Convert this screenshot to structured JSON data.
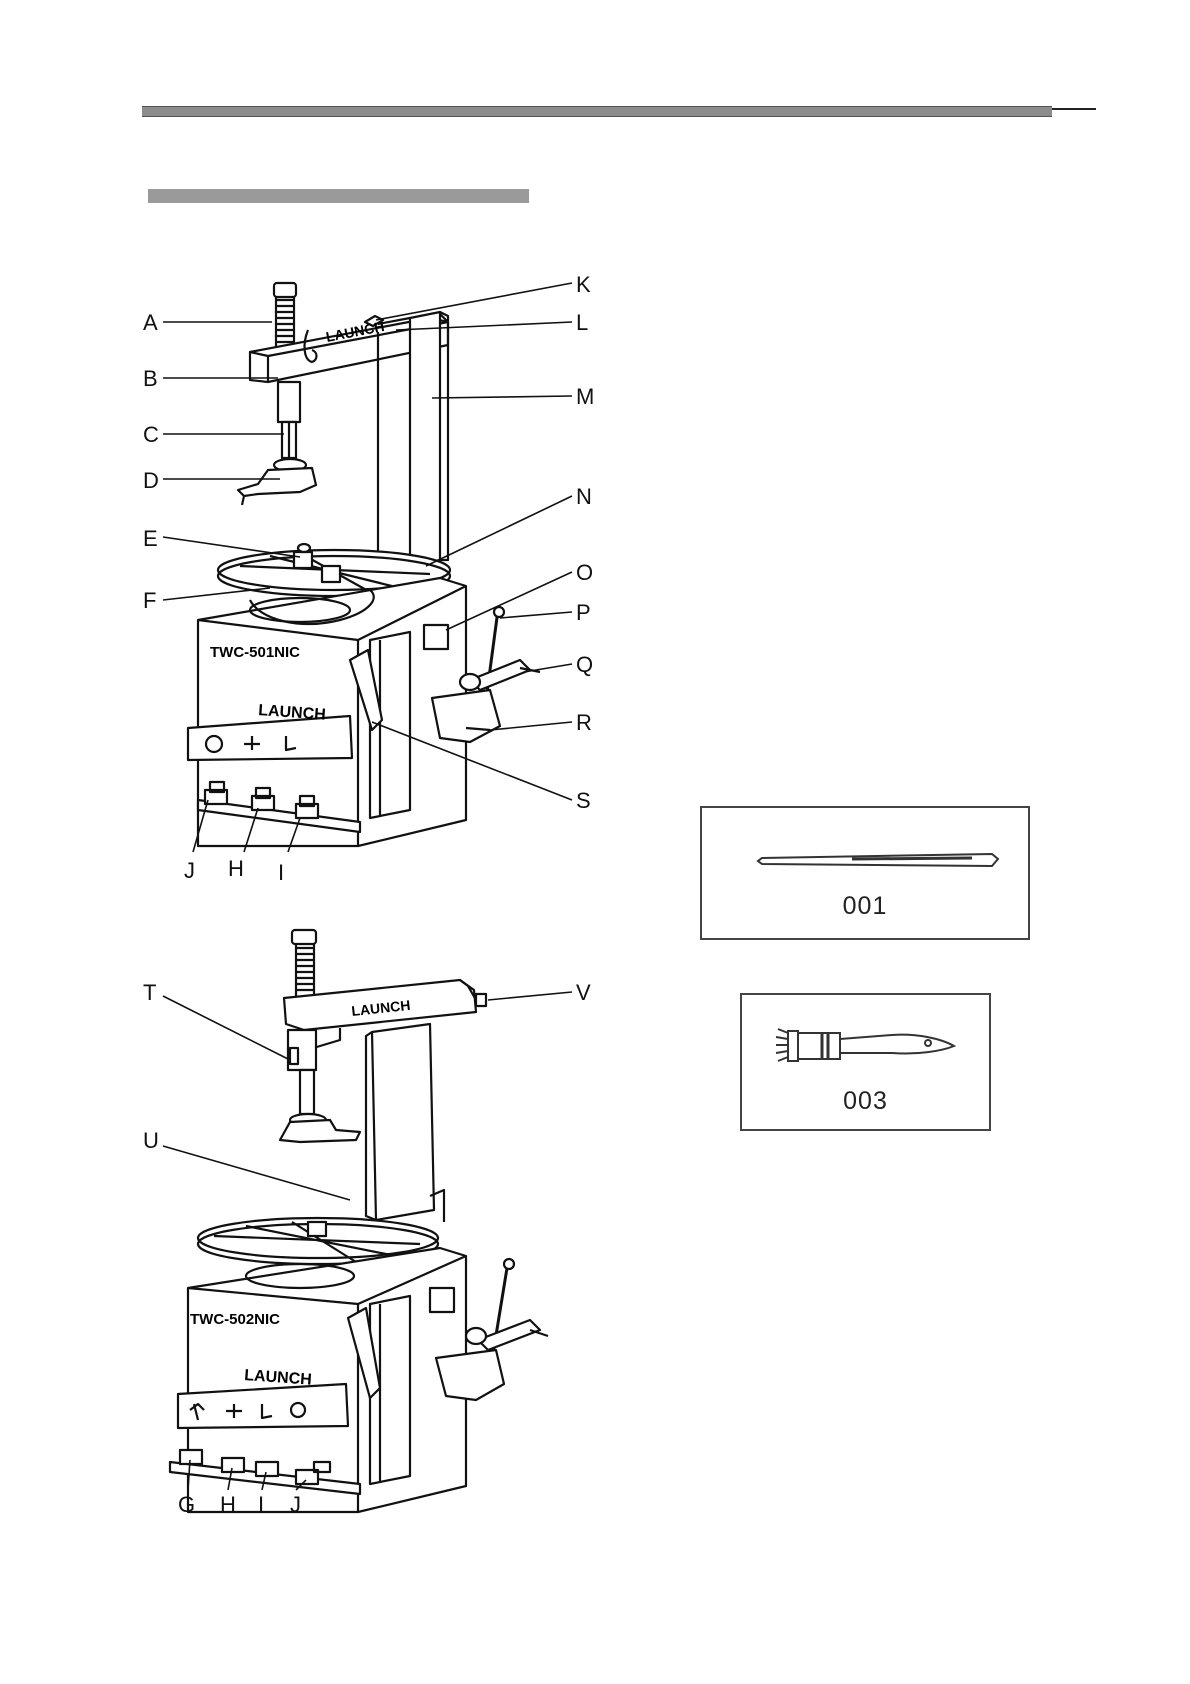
{
  "figure1": {
    "model_label": "TWC-501NIC",
    "brand_top": "LAUNCH",
    "brand_front": "LAUNCH",
    "callouts": [
      "A",
      "B",
      "C",
      "D",
      "E",
      "F",
      "K",
      "L",
      "M",
      "N",
      "O",
      "P",
      "Q",
      "R",
      "S",
      "J",
      "H",
      "I"
    ]
  },
  "figure2": {
    "model_label": "TWC-502NIC",
    "brand_top": "LAUNCH",
    "brand_front": "LAUNCH",
    "callouts": [
      "T",
      "V",
      "U",
      "G",
      "H",
      "I",
      "J"
    ]
  },
  "accessories": [
    {
      "code": "001",
      "icon": "tire-lever-icon"
    },
    {
      "code": "003",
      "icon": "brush-icon"
    }
  ]
}
